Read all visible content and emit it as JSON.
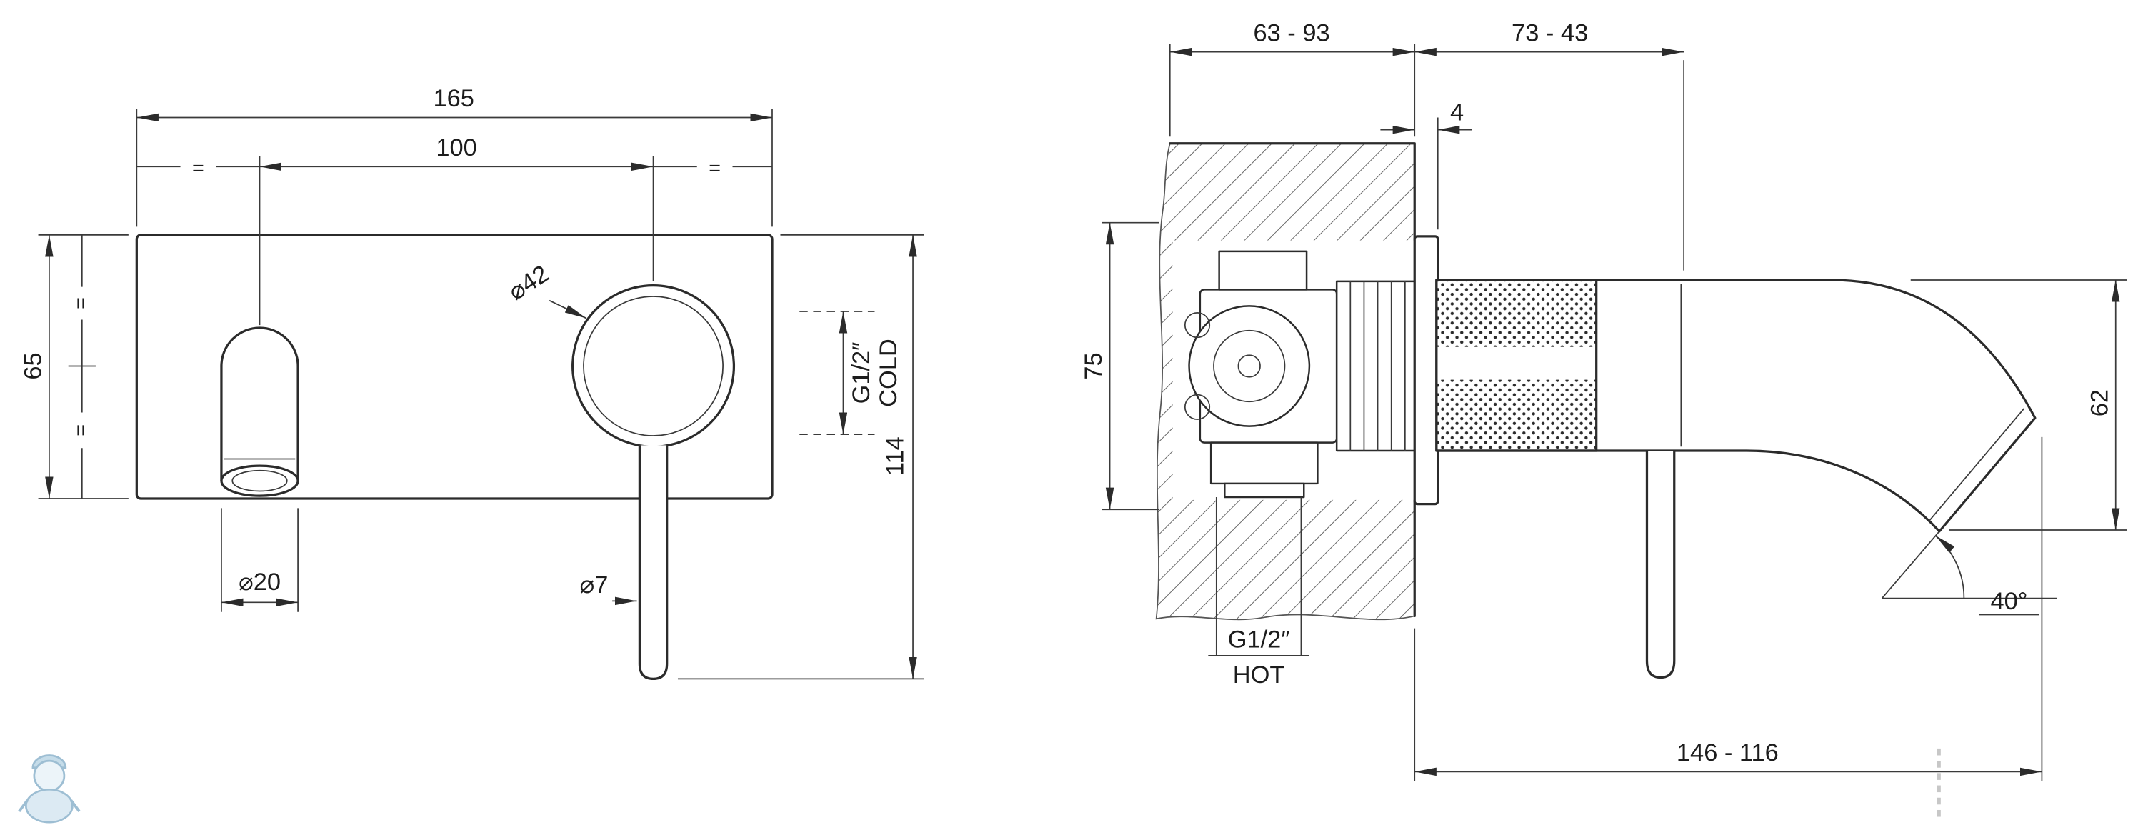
{
  "colors": {
    "line": "#2b2b2b",
    "dimension": "#3a3a3a",
    "watermark_blue": "#8db3cc"
  },
  "front_view": {
    "width_total": "165",
    "width_between_axes": "100",
    "plate_height": "65",
    "overall_height": "114",
    "handle_diameter": "⌀42",
    "spout_diameter": "⌀20",
    "lever_diameter": "⌀7",
    "cold_thread": "G1/2″",
    "cold_label": "COLD",
    "equal_mark": "="
  },
  "section_view": {
    "wall_depth_range": "63 - 93",
    "projection_range": "73 - 43",
    "plate_offset": "4",
    "body_height": "75",
    "spout_drop": "62",
    "reach_range": "146 - 116",
    "outlet_angle": "40°",
    "hot_thread": "G1/2″",
    "hot_label": "HOT"
  }
}
